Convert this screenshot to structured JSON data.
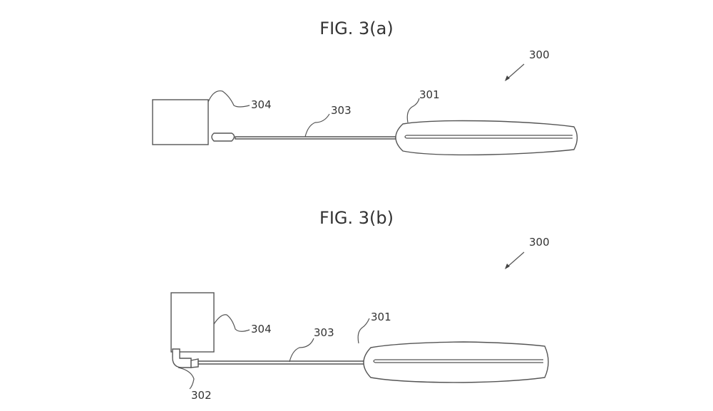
{
  "figures": [
    {
      "title": "FIG. 3(a)",
      "ref_assembly": "300",
      "ref_handle": "301",
      "ref_shaft": "303",
      "ref_device": "304"
    },
    {
      "title": "FIG. 3(b)",
      "ref_assembly": "300",
      "ref_handle": "301",
      "ref_connector": "302",
      "ref_shaft": "303",
      "ref_device": "304"
    }
  ]
}
